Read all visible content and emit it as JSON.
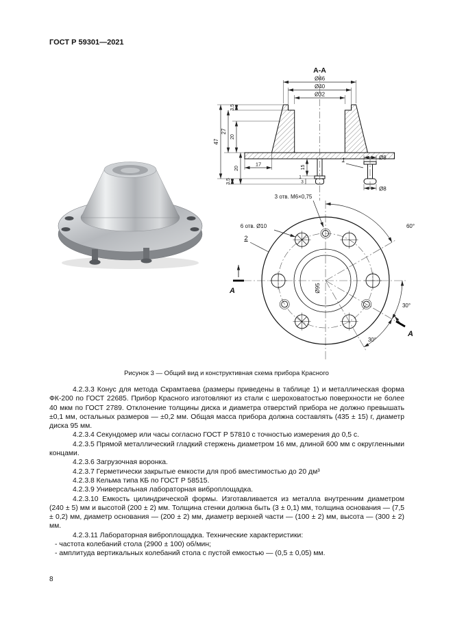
{
  "page": {
    "doc_number": "ГОСТ Р 59301—2021",
    "page_number": "8"
  },
  "figure": {
    "caption": "Рисунок 3 — Общий вид и конструктивная схема прибора Красного",
    "thread_note": "3 отв. М6×0,75",
    "section_view": {
      "title": "А-А",
      "dia_top": [
        "Ø46",
        "Ø40",
        "Ø32"
      ],
      "dims": {
        "h35_top": "3,5",
        "h27": "27",
        "h20_inner": "20",
        "h47": "47",
        "h20_lower": "20",
        "h35_lower": "3,5",
        "w17": "17",
        "h15": "15",
        "h1": "1",
        "h3": "3",
        "d8_top": "Ø8",
        "d8_bottom": "Ø8"
      },
      "callout_part1": "1"
    },
    "top_view": {
      "holes_note": "6 отв. Ø10",
      "callout_part2": "2",
      "dia_disk": "Ø95",
      "angle_60": "60°",
      "angle_30_a": "30°",
      "angle_30_b": "30°",
      "cut_a_left": "А",
      "cut_a_right": "А"
    }
  },
  "paragraphs": [
    "4.2.3.3 Конус для метода Скрамтаева (размеры приведены в таблице 1) и металлическая форма ФК-200 по ГОСТ 22685. Прибор Красного изготовляют из стали с шероховатостью поверхности не более 40 мкм по ГОСТ 2789. Отклонение толщины диска и диаметра отверстий прибора не должно превышать ±0,1 мм, остальных размеров — ±0,2 мм. Общая масса прибора должна составлять (435 ± 15) г, диаметр диска 95 мм.",
    "4.2.3.4 Секундомер или часы согласно ГОСТ Р 57810 с точностью измерения до 0,5 с.",
    "4.2.3.5 Прямой металлический гладкий стержень диаметром 16 мм, длиной 600 мм с округленными концами.",
    "4.2.3.6 Загрузочная воронка.",
    "4.2.3.7 Герметически закрытые емкости для проб вместимостью до 20 дм³",
    "4.2.3.8 Кельма типа КБ по ГОСТ Р 58515.",
    "4.2.3.9 Универсальная лабораторная виброплощадка.",
    "4.2.3.10 Емкость цилиндрической формы. Изготавливается из металла внутренним диаметром (240 ± 5) мм и высотой (200 ± 2) мм. Толщина стенки должна быть (3 ± 0,1) мм, толщина основания — (7,5 ± 0,2) мм, диаметр основания — (200 ± 2) мм, диаметр верхней части — (100 ± 2) мм, высота — (300 ± 2) мм.",
    "4.2.3.11 Лабораторная виброплощадка. Технические характеристики:",
    "- частота колебаний стола (2900 ± 100) об/мин;",
    "- амплитуда вертикальных колебаний стола с пустой емкостью — (0,5 ± 0,05) мм."
  ]
}
